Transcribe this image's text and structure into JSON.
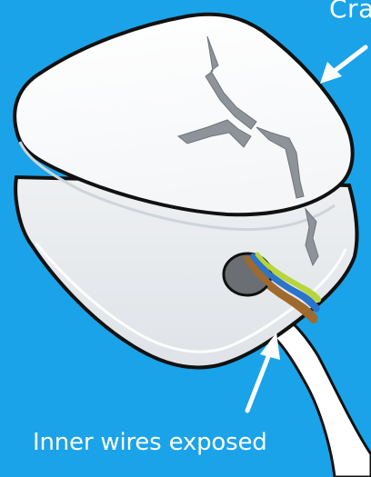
{
  "labels": {
    "cracked": "Cra",
    "wires": "Inner wires exposed"
  },
  "colors": {
    "background": "#1aa3e8",
    "plug_body": "#ffffff",
    "plug_side": "#e9ebee",
    "plug_outline": "#111111",
    "crack": "#8e9399",
    "wire_brown": "#a0692d",
    "wire_blue": "#2b74c9",
    "wire_green_yellow": "#b8d53a",
    "text": "#ffffff"
  },
  "icons": {
    "plug": "cracked-plug-illustration",
    "arrows": [
      "arrow-to-crack-icon",
      "arrow-to-wires-icon"
    ]
  }
}
